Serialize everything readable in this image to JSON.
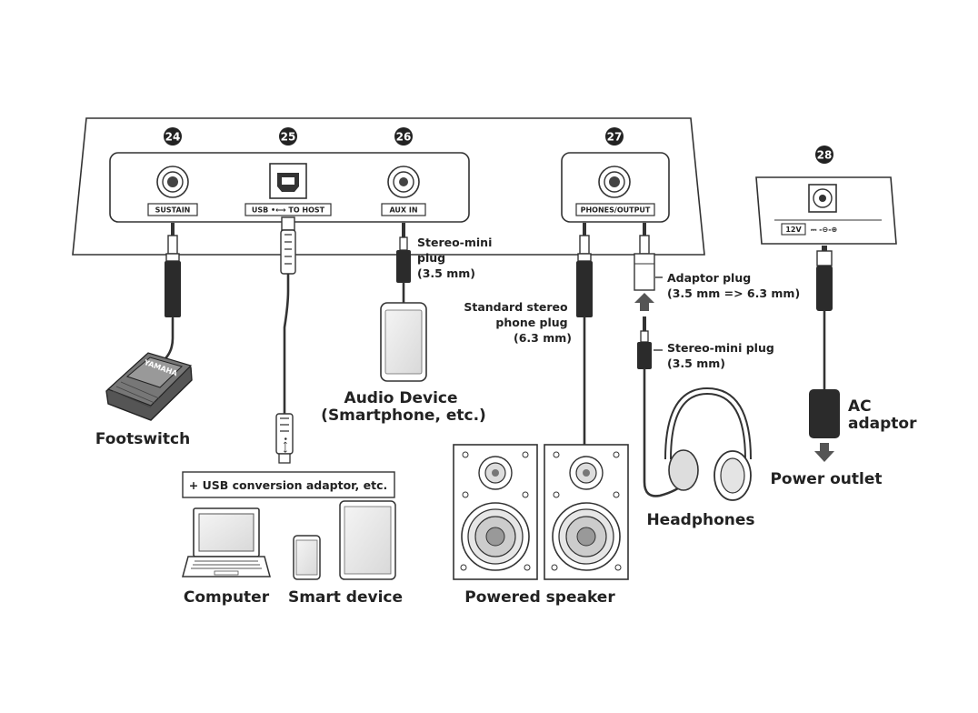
{
  "ports": [
    {
      "number": "24",
      "label": "SUSTAIN"
    },
    {
      "number": "25",
      "label": "USB •⟷ TO HOST"
    },
    {
      "number": "26",
      "label": "AUX IN"
    },
    {
      "number": "27",
      "label": "PHONES/OUTPUT"
    },
    {
      "number": "28",
      "label": "12V"
    }
  ],
  "power_port_symbol": "⎓ -⊖-⊕",
  "plug_labels": {
    "aux_plug": [
      "Stereo-mini",
      "plug",
      "(3.5 mm)"
    ],
    "standard_plug": [
      "Standard stereo",
      "phone plug",
      "(6.3 mm)"
    ],
    "adaptor_plug": [
      "Adaptor plug",
      "(3.5 mm => 6.3 mm)"
    ],
    "headphone_plug": [
      "Stereo-mini plug",
      "(3.5 mm)"
    ],
    "ac_adaptor": [
      "AC",
      "adaptor"
    ]
  },
  "devices": {
    "footswitch": "Footswitch",
    "footswitch_brand": "YAMAHA",
    "audio_device": [
      "Audio Device",
      "(Smartphone, etc.)"
    ],
    "usb_adaptor_box": "+ USB conversion adaptor, etc.",
    "computer": "Computer",
    "smart_device": "Smart device",
    "powered_speaker": "Powered speaker",
    "headphones": "Headphones",
    "power_outlet": "Power outlet"
  }
}
